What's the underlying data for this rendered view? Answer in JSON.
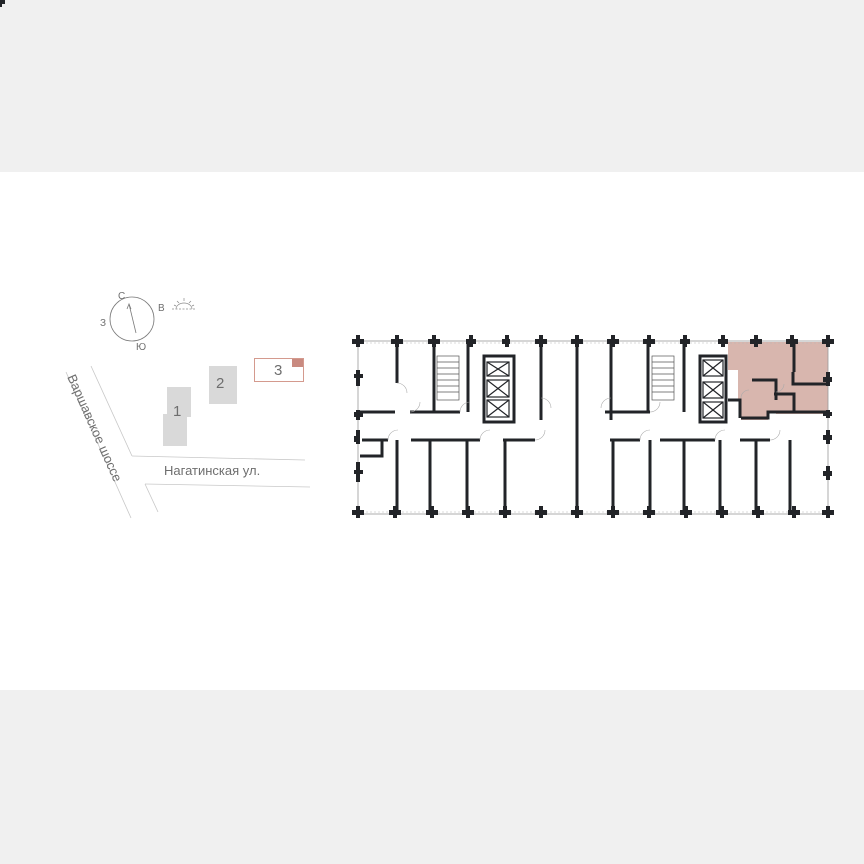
{
  "compass": {
    "north": "С",
    "east": "В",
    "south": "Ю",
    "west": "З",
    "sunrise_icon": "sunrise-icon"
  },
  "site_plan": {
    "buildings": [
      {
        "number": "1",
        "selected": false
      },
      {
        "number": "2",
        "selected": false
      },
      {
        "number": "3",
        "selected": true
      }
    ],
    "streets": [
      {
        "name": "Варшавское шоссе"
      },
      {
        "name": "Нагатинская ул."
      }
    ]
  },
  "floor_plan": {
    "highlighted_apartment": "selected-apartment",
    "colors": {
      "walls": "#222428",
      "highlight": "#d8b6ae",
      "selected_building_outline": "#d49a8e",
      "selected_building_marker": "#c98a80",
      "building_fill": "#d9d9d9",
      "background_outer": "#f0f0f0",
      "background_panel": "#ffffff"
    }
  }
}
